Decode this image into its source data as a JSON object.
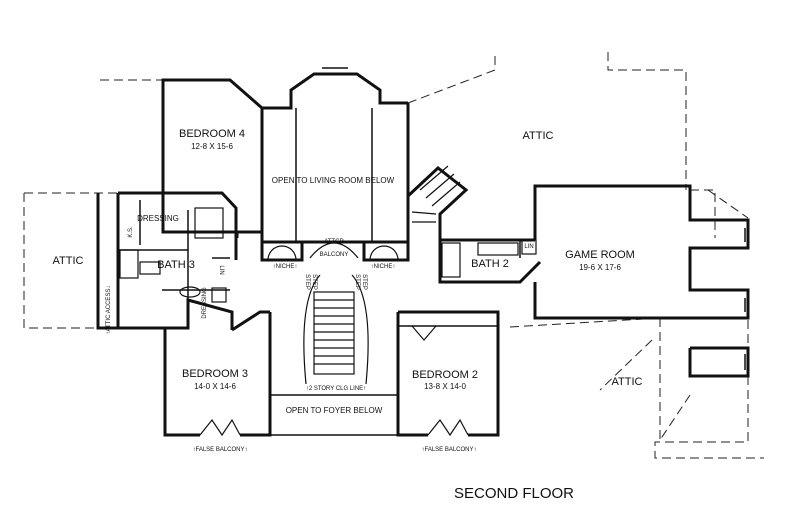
{
  "plan_title": "SECOND FLOOR",
  "rooms": {
    "bedroom4": {
      "name": "BEDROOM 4",
      "size": "12-8 X 15-6"
    },
    "bedroom3": {
      "name": "BEDROOM 3",
      "size": "14-0 X 14-6"
    },
    "bedroom2": {
      "name": "BEDROOM 2",
      "size": "13-8 X 14-0"
    },
    "game_room": {
      "name": "GAME ROOM",
      "size": "19-6 X 17-6"
    },
    "bath3": "BATH 3",
    "bath2": "BATH 2",
    "dressing_upper": "DRESSING",
    "dressing_lower": "DRESSING",
    "ks": "K.S.",
    "lin_left": "LIN",
    "lin_right": "LIN"
  },
  "labels": {
    "attic_left": "ATTIC",
    "attic_top": "ATTIC",
    "attic_right": "ATTIC",
    "open_living": "OPEN TO LIVING ROOM BELOW",
    "open_foyer": "OPEN TO FOYER BELOW",
    "attic_access": "↑ATTIC ACCESS↓",
    "attic_small": "ATTCR",
    "balcony": "BALCONY",
    "niche_left": "↑NICHE↑",
    "niche_right": "↑NICHE↑",
    "step_l1": "STEP",
    "step_l2": "STEP",
    "step_r1": "STEP",
    "step_r2": "STEP",
    "story_line": "↑2 STORY CLG LINE↑",
    "false_balcony_left": "↑FALSE BALCONY↑",
    "false_balcony_right": "↑FALSE BALCONY↑"
  }
}
